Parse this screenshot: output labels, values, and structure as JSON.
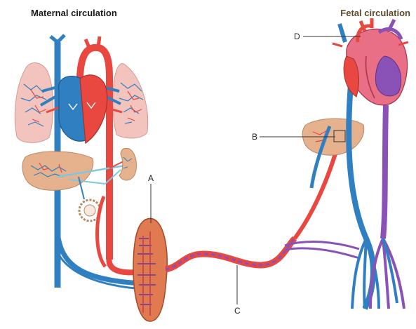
{
  "titles": {
    "maternal": "Maternal circulation",
    "fetal": "Fetal circulation"
  },
  "labels": {
    "a": "A",
    "b": "B",
    "c": "C",
    "d": "D"
  },
  "colors": {
    "oxygenated": "#e8483f",
    "deoxygenated": "#2f7fc1",
    "mixed": "#8a52b6",
    "organ": "#e6b28e",
    "lung": "#f3c3bd",
    "placenta": "#e07a50"
  }
}
